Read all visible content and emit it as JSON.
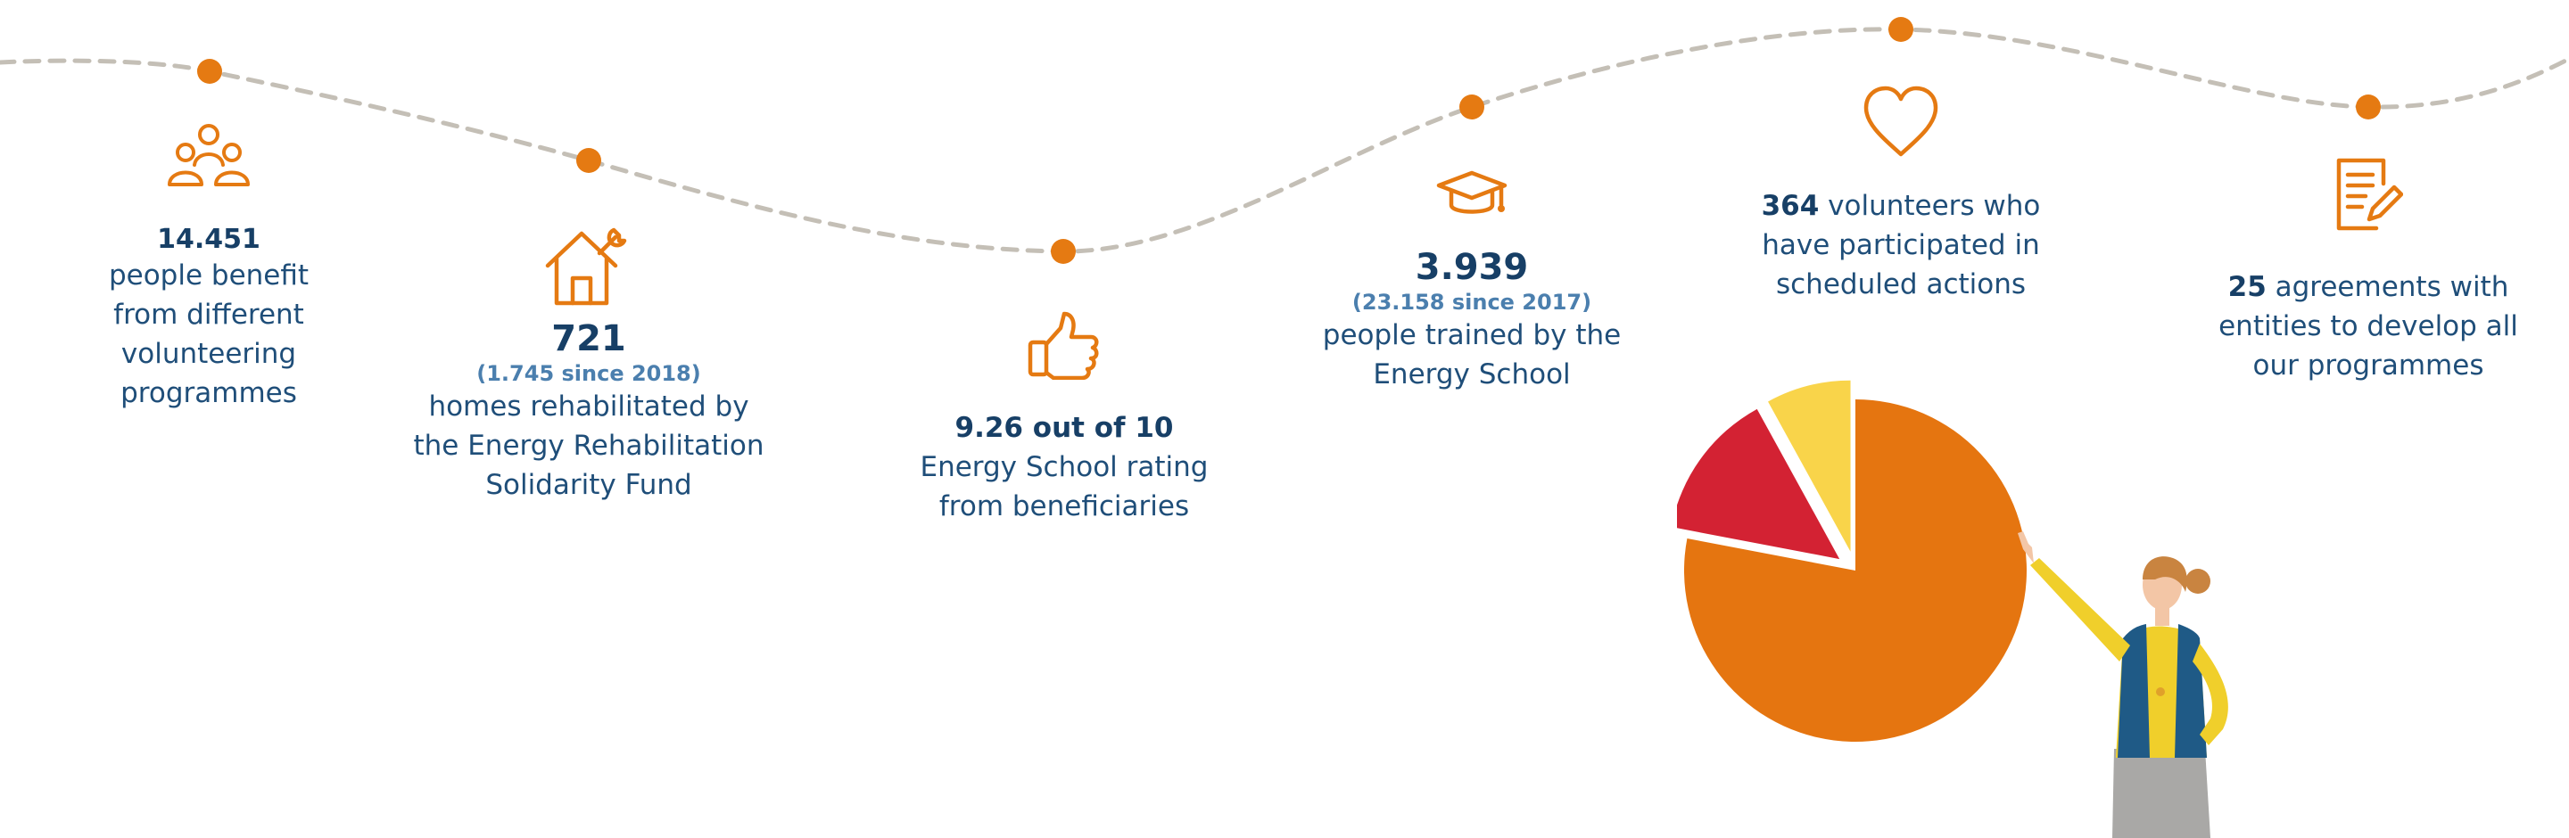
{
  "colors": {
    "accent": "#e57a12",
    "text": "#1f4e79",
    "text_bold": "#173f66",
    "sub_text": "#4b7fae",
    "path_line": "#c4bfb6",
    "pie_orange": "#e57510",
    "pie_red": "#d32233",
    "pie_yellow": "#f9d44a"
  },
  "milestones": [
    {
      "icon": "people-group-icon",
      "number": "14.451",
      "text": "people benefit from different volunteering programmes"
    },
    {
      "icon": "home-repair-icon",
      "number": "721",
      "since": "(1.745 since 2018)",
      "text": "homes rehabilitated by the Energy Rehabilitation Solidarity Fund"
    },
    {
      "icon": "thumbs-up-icon",
      "number": "9.26 out of 10",
      "text": "Energy School rating from beneficiaries"
    },
    {
      "icon": "graduation-cap-icon",
      "number": "3.939",
      "since": "(23.158 since 2017)",
      "text": "people trained by the Energy School"
    },
    {
      "icon": "heart-icon",
      "number": "364",
      "text": "volunteers who have participated in scheduled actions"
    },
    {
      "icon": "document-edit-icon",
      "number": "25",
      "text": "agreements with entities to develop all our programmes"
    }
  ],
  "illustration": {
    "pie_slices": [
      {
        "name": "orange",
        "fraction": 0.78
      },
      {
        "name": "red",
        "fraction": 0.14
      },
      {
        "name": "yellow",
        "fraction": 0.08
      }
    ]
  }
}
